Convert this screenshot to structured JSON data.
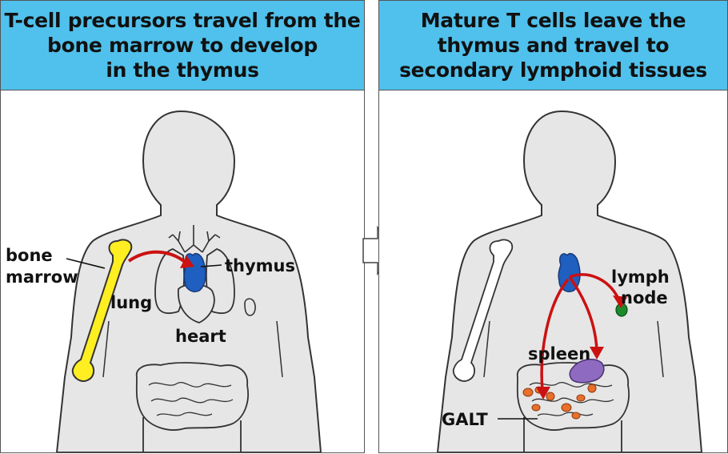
{
  "left_panel": {
    "title_lines": [
      "T-cell precursors travel from the",
      "bone marrow to develop",
      "in the thymus"
    ],
    "labels": {
      "bone_line1": "bone",
      "bone_line2": "marrow",
      "lung": "lung",
      "thymus": "thymus",
      "heart": "heart"
    }
  },
  "right_panel": {
    "title_lines": [
      "Mature T cells leave the",
      "thymus and travel to",
      "secondary lymphoid tissues"
    ],
    "labels": {
      "lymph_line1": "lymph",
      "lymph_line2": "node",
      "spleen": "spleen",
      "galt": "GALT"
    }
  },
  "colors": {
    "header_bg": "#4fc1ec",
    "body_silhouette": "#e6e6e6",
    "bone_marrow": "#ffee22",
    "thymus": "#1f5fbf",
    "arrow": "#cc1111",
    "lymph_node": "#1a8a2a",
    "spleen": "#8e6ac0",
    "galt": "#e8702a"
  }
}
